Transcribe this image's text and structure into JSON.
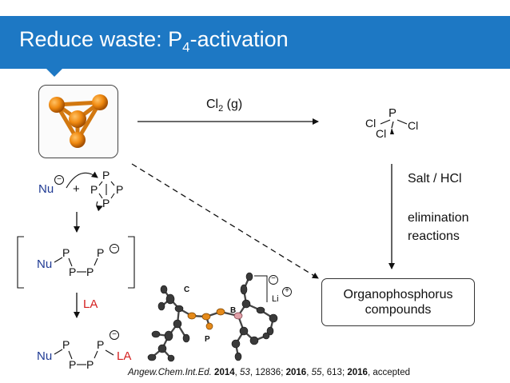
{
  "header": {
    "title_prefix": "Reduce waste: P",
    "title_subscript": "4",
    "title_suffix": "-activation",
    "color": "#1d78c4"
  },
  "reaction": {
    "reagent_prefix": "Cl",
    "reagent_subscript": "2",
    "reagent_suffix": " (g)",
    "product_label": "Cl",
    "salt_label": "Salt / HCl",
    "elimination_line1": "elimination",
    "elimination_line2": "reactions",
    "target_line1": "Organophosphorus",
    "target_line2": "compounds"
  },
  "mechanism": {
    "nu": "Nu",
    "plus": "+",
    "p": "P",
    "la": "LA",
    "minus": "−",
    "nu_color": "#1f3a93",
    "la_color": "#d42020"
  },
  "crystal": {
    "label_c": "C",
    "label_b": "B",
    "label_p": "P",
    "label_li": "Li",
    "minus": "−",
    "plus": "+"
  },
  "citation": {
    "journal": "Angew.Chem.Int.Ed.",
    "y1": "2014",
    "v1": "53",
    "p1": "12836",
    "y2": "2016",
    "v2": "55",
    "p2": "613",
    "y3": "2016",
    "tail": "accepted"
  }
}
